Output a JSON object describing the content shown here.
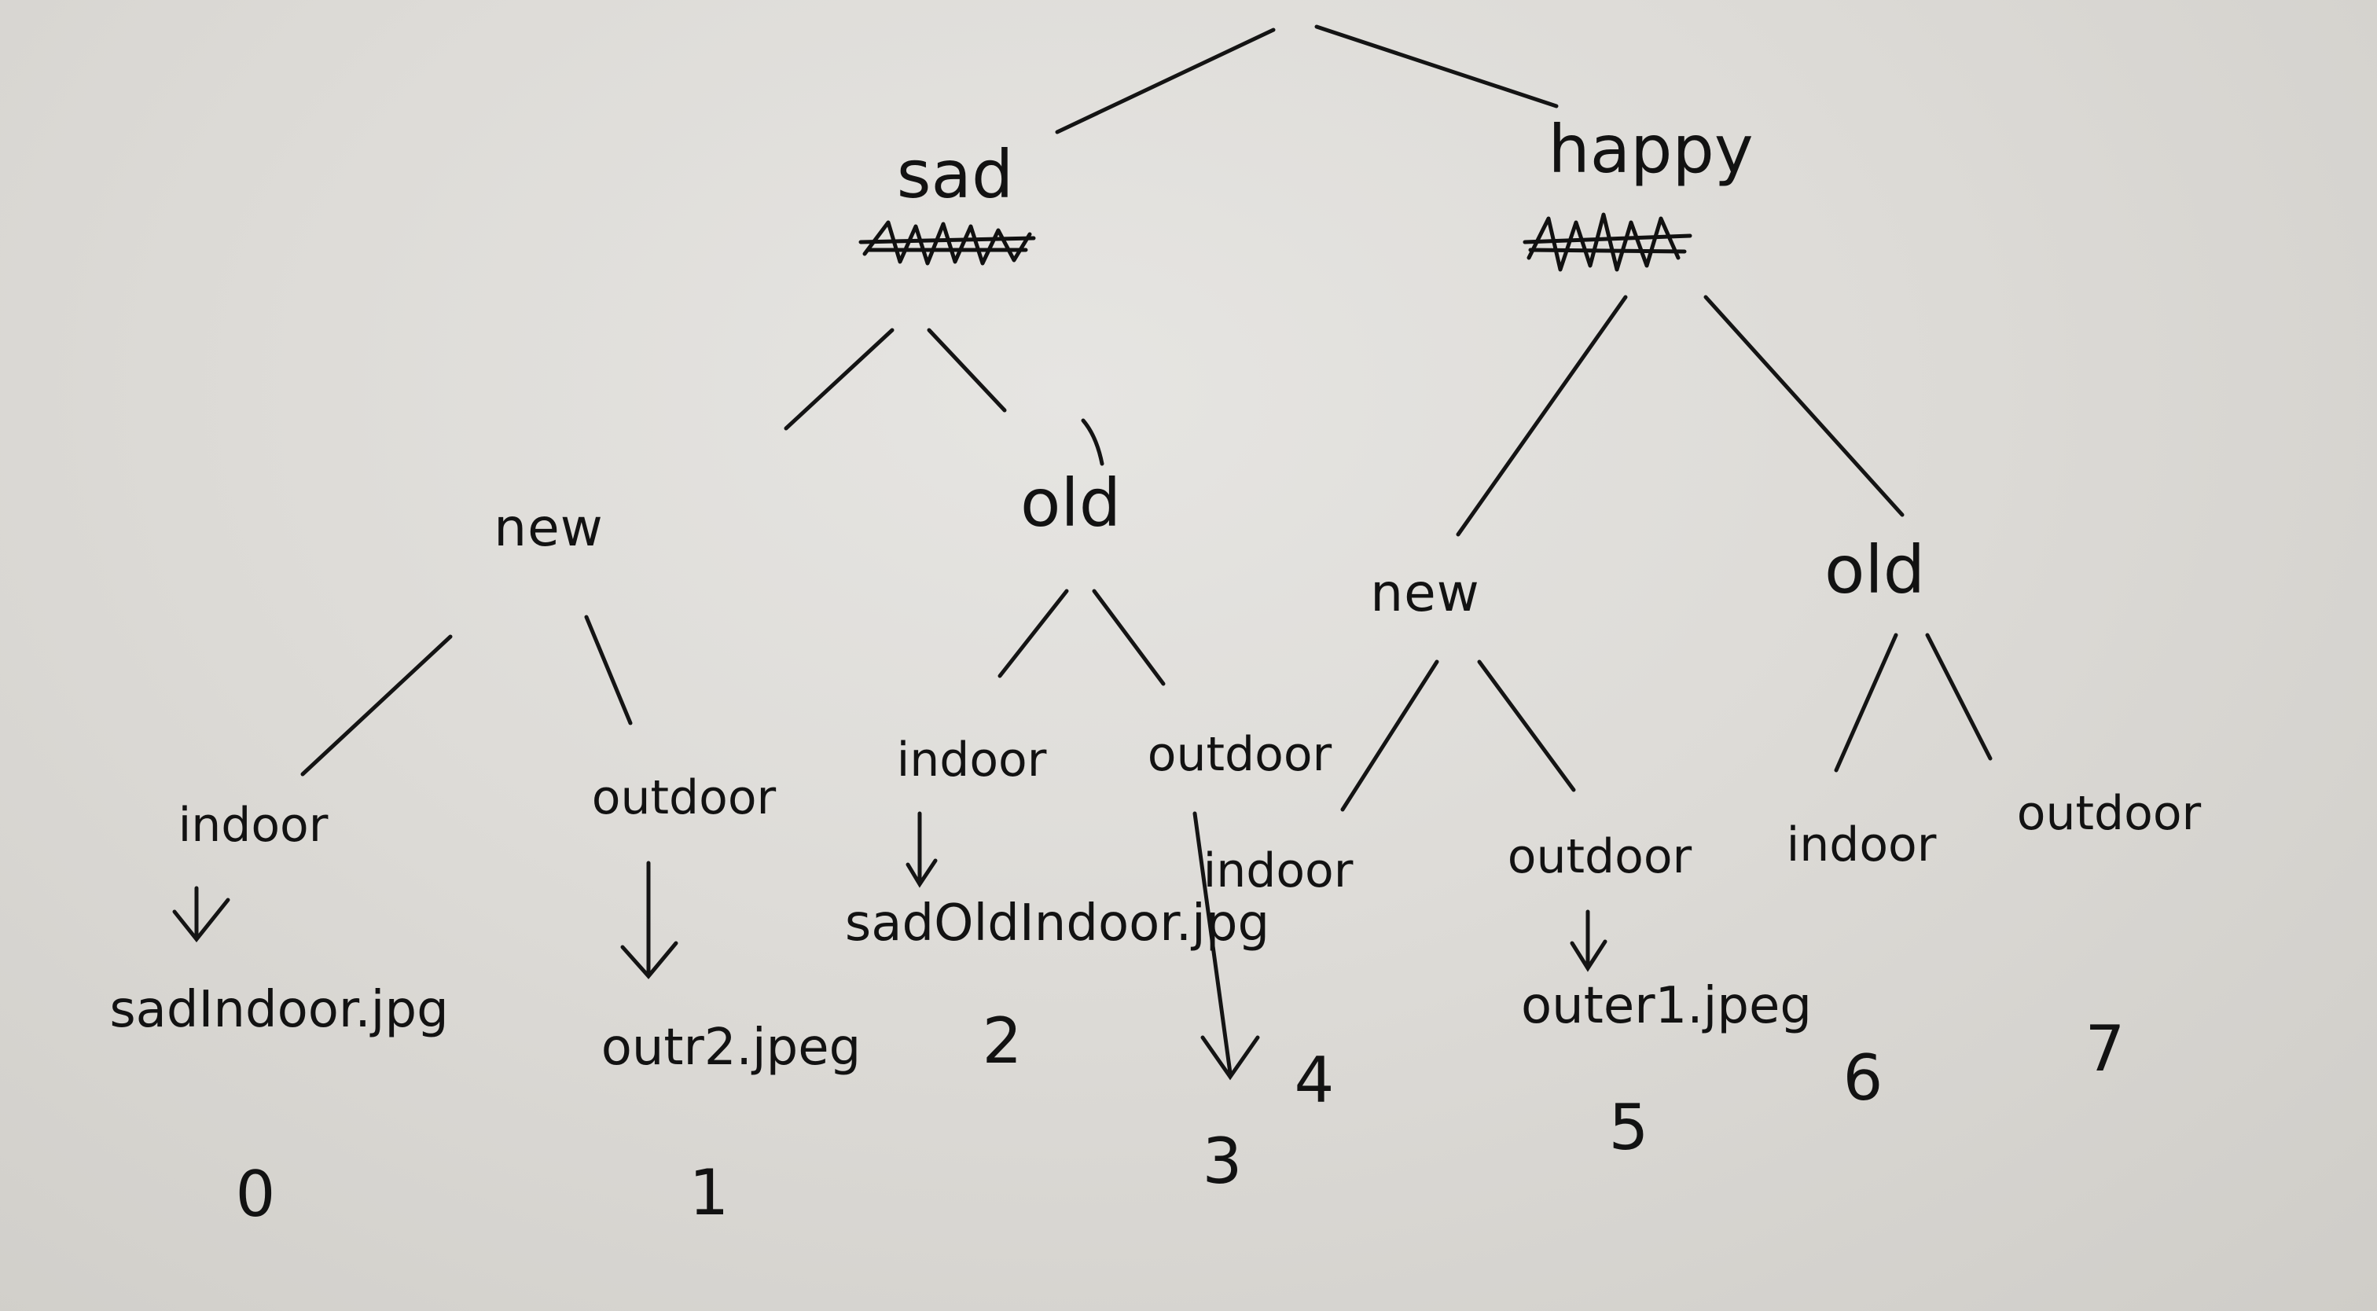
{
  "tree": {
    "level1": [
      {
        "label": "sad",
        "crossed_out": true
      },
      {
        "label": "happy",
        "crossed_out": true
      }
    ],
    "level2": [
      {
        "label": "new",
        "parent": "sad"
      },
      {
        "label": "old",
        "parent": "sad"
      },
      {
        "label": "new",
        "parent": "happy"
      },
      {
        "label": "old",
        "parent": "happy"
      }
    ],
    "level3": [
      {
        "label": "indoor"
      },
      {
        "label": "outdoor"
      },
      {
        "label": "indoor"
      },
      {
        "label": "outdoor"
      },
      {
        "label": "indoor"
      },
      {
        "label": "outdoor"
      },
      {
        "label": "indoor"
      },
      {
        "label": "outdoor"
      }
    ],
    "files": [
      {
        "label": "sadIndoor.jpg"
      },
      {
        "label": "outr2.jpeg"
      },
      {
        "label": "sadOldIndoor.jpg"
      },
      {
        "label": "outer1.jpeg"
      }
    ],
    "indices": [
      "0",
      "1",
      "2",
      "3",
      "4",
      "5",
      "6",
      "7"
    ]
  }
}
